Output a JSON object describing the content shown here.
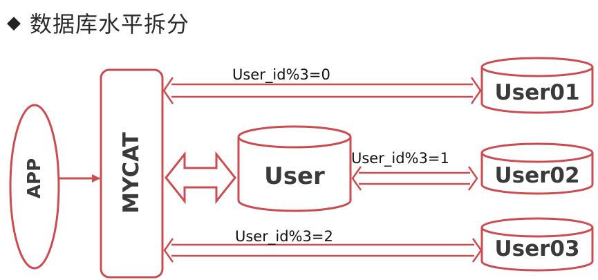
{
  "title": {
    "bullet": "◆",
    "text": "数据库水平拆分"
  },
  "nodes": {
    "app": "APP",
    "mycat": "MYCAT",
    "user": "User",
    "user01": "User01",
    "user02": "User02",
    "user03": "User03"
  },
  "edge_labels": {
    "to_user01": "User_id%3=0",
    "to_user02": "User_id%3=1",
    "to_user03": "User_id%3=2"
  },
  "colors": {
    "stroke": "#cd4a4e",
    "text": "#3a3a3a"
  }
}
